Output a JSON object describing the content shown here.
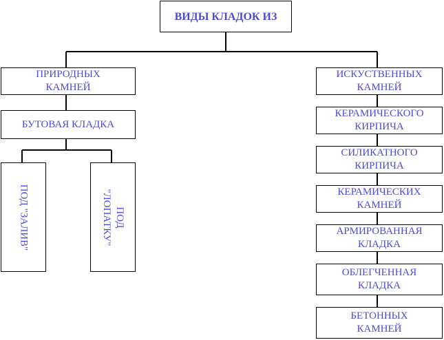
{
  "title": "ВИДЫ КЛАДОК ИЗ",
  "natural": {
    "label": "ПРИРОДНЫХ\nКАМНЕЙ",
    "child": "БУТОВАЯ КЛАДКА",
    "subtypes": [
      "ПОД \"ЗАЛИВ\"",
      "ПОД\n\"ЛОПАТКУ\""
    ]
  },
  "artificial": {
    "label": "ИСКУСТВЕННЫХ\nКАМНЕЙ",
    "items": [
      "КЕРАМИЧЕСКОГО\nКИРПИЧА",
      "СИЛИКАТНОГО\nКИРПИЧА",
      "КЕРАМИЧЕСКИХ\nКАМНЕЙ",
      "АРМИРОВАННАЯ\nКЛАДКА",
      "ОБЛЕГЧЕННАЯ\nКЛАДКА",
      "БЕТОННЫХ\nКАМНЕЙ"
    ]
  },
  "colors": {
    "text": "#4b4bd6",
    "lines": "#000000"
  }
}
